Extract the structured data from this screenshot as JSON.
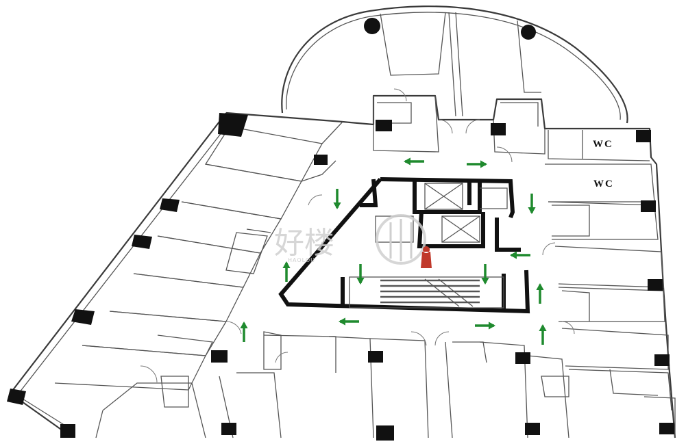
{
  "labels": {
    "wc_top": "WC",
    "wc_bottom": "WC"
  },
  "watermark": {
    "text": "好楼",
    "sub": "HAOLOU"
  },
  "colors": {
    "arrow": "#1f8a2e",
    "stair_marker": "#c0392b",
    "wall": "#3a3a3a",
    "column": "#111111"
  },
  "arrows": [
    {
      "dir": "left"
    },
    {
      "dir": "right"
    },
    {
      "dir": "down"
    },
    {
      "dir": "down"
    },
    {
      "dir": "left"
    },
    {
      "dir": "up"
    },
    {
      "dir": "up"
    },
    {
      "dir": "up"
    },
    {
      "dir": "left"
    },
    {
      "dir": "right"
    },
    {
      "dir": "up"
    },
    {
      "dir": "down"
    },
    {
      "dir": "down"
    }
  ]
}
